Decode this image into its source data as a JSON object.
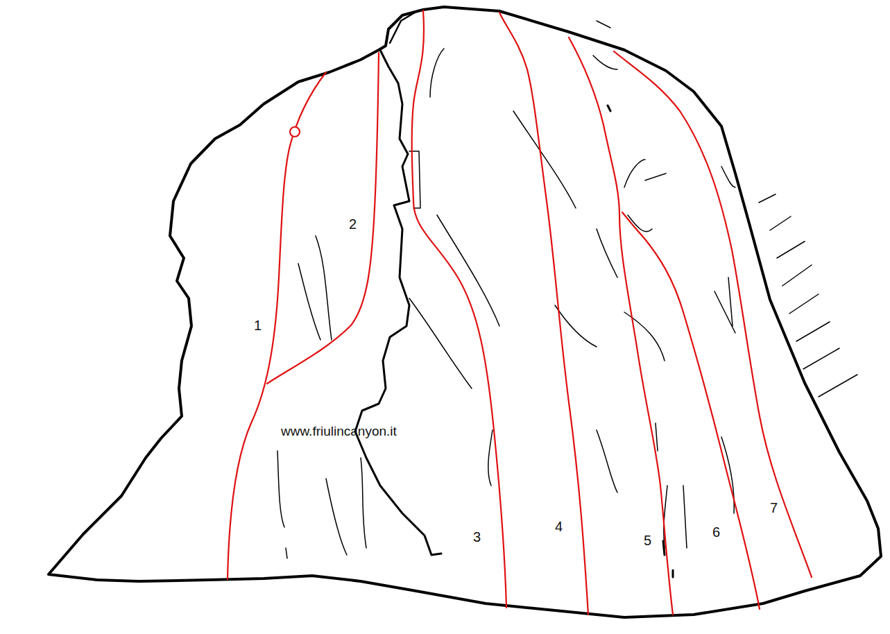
{
  "diagram": {
    "labels": [
      "2",
      "1",
      "www.friulincanyon.it",
      "3",
      "4",
      "5",
      "6",
      "7"
    ]
  }
}
